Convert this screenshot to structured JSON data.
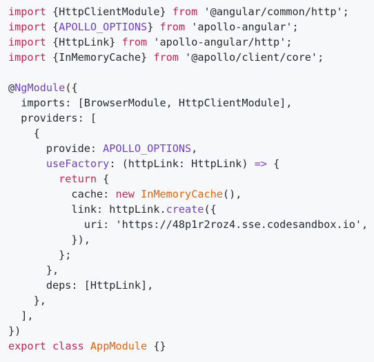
{
  "colors": {
    "background": "#f7f8fa",
    "plain": "#24292e",
    "keyword": "#c3244f",
    "constant": "#6f42c1",
    "class_name": "#e36209"
  },
  "lines": [
    [
      {
        "t": "import",
        "c": "keyword"
      },
      {
        "t": " {HttpClientModule} ",
        "c": "plain"
      },
      {
        "t": "from",
        "c": "keyword"
      },
      {
        "t": " '@angular/common/http';",
        "c": "string"
      }
    ],
    [
      {
        "t": "import",
        "c": "keyword"
      },
      {
        "t": " {",
        "c": "plain"
      },
      {
        "t": "APOLLO_OPTIONS",
        "c": "const"
      },
      {
        "t": "} ",
        "c": "plain"
      },
      {
        "t": "from",
        "c": "keyword"
      },
      {
        "t": " 'apollo-angular';",
        "c": "string"
      }
    ],
    [
      {
        "t": "import",
        "c": "keyword"
      },
      {
        "t": " {HttpLink} ",
        "c": "plain"
      },
      {
        "t": "from",
        "c": "keyword"
      },
      {
        "t": " 'apollo-angular/http';",
        "c": "string"
      }
    ],
    [
      {
        "t": "import",
        "c": "keyword"
      },
      {
        "t": " {InMemoryCache} ",
        "c": "plain"
      },
      {
        "t": "from",
        "c": "keyword"
      },
      {
        "t": " '@apollo/client/core';",
        "c": "string"
      }
    ],
    [],
    [
      {
        "t": "@",
        "c": "plain"
      },
      {
        "t": "NgModule",
        "c": "const"
      },
      {
        "t": "({",
        "c": "plain"
      }
    ],
    [
      {
        "t": "  imports: [BrowserModule, HttpClientModule],",
        "c": "plain"
      }
    ],
    [
      {
        "t": "  providers: [",
        "c": "plain"
      }
    ],
    [
      {
        "t": "    {",
        "c": "plain"
      }
    ],
    [
      {
        "t": "      provide: ",
        "c": "plain"
      },
      {
        "t": "APOLLO_OPTIONS",
        "c": "const"
      },
      {
        "t": ",",
        "c": "plain"
      }
    ],
    [
      {
        "t": "      ",
        "c": "plain"
      },
      {
        "t": "useFactory",
        "c": "const"
      },
      {
        "t": ": (httpLink: HttpLink) ",
        "c": "plain"
      },
      {
        "t": "=>",
        "c": "const"
      },
      {
        "t": " {",
        "c": "plain"
      }
    ],
    [
      {
        "t": "        ",
        "c": "plain"
      },
      {
        "t": "return",
        "c": "keyword"
      },
      {
        "t": " {",
        "c": "plain"
      }
    ],
    [
      {
        "t": "          cache: ",
        "c": "plain"
      },
      {
        "t": "new",
        "c": "keyword"
      },
      {
        "t": " ",
        "c": "plain"
      },
      {
        "t": "InMemoryCache",
        "c": "class"
      },
      {
        "t": "(),",
        "c": "plain"
      }
    ],
    [
      {
        "t": "          link: httpLink.",
        "c": "plain"
      },
      {
        "t": "create",
        "c": "const"
      },
      {
        "t": "({",
        "c": "plain"
      }
    ],
    [
      {
        "t": "            uri: 'https://48p1r2roz4.sse.codesandbox.io',",
        "c": "string"
      }
    ],
    [
      {
        "t": "          }),",
        "c": "plain"
      }
    ],
    [
      {
        "t": "        };",
        "c": "plain"
      }
    ],
    [
      {
        "t": "      },",
        "c": "plain"
      }
    ],
    [
      {
        "t": "      deps: [HttpLink],",
        "c": "plain"
      }
    ],
    [
      {
        "t": "    },",
        "c": "plain"
      }
    ],
    [
      {
        "t": "  ],",
        "c": "plain"
      }
    ],
    [
      {
        "t": "})",
        "c": "plain"
      }
    ],
    [
      {
        "t": "export",
        "c": "keyword"
      },
      {
        "t": " ",
        "c": "plain"
      },
      {
        "t": "class",
        "c": "keyword"
      },
      {
        "t": " ",
        "c": "plain"
      },
      {
        "t": "AppModule",
        "c": "class"
      },
      {
        "t": " {}",
        "c": "plain"
      }
    ]
  ]
}
